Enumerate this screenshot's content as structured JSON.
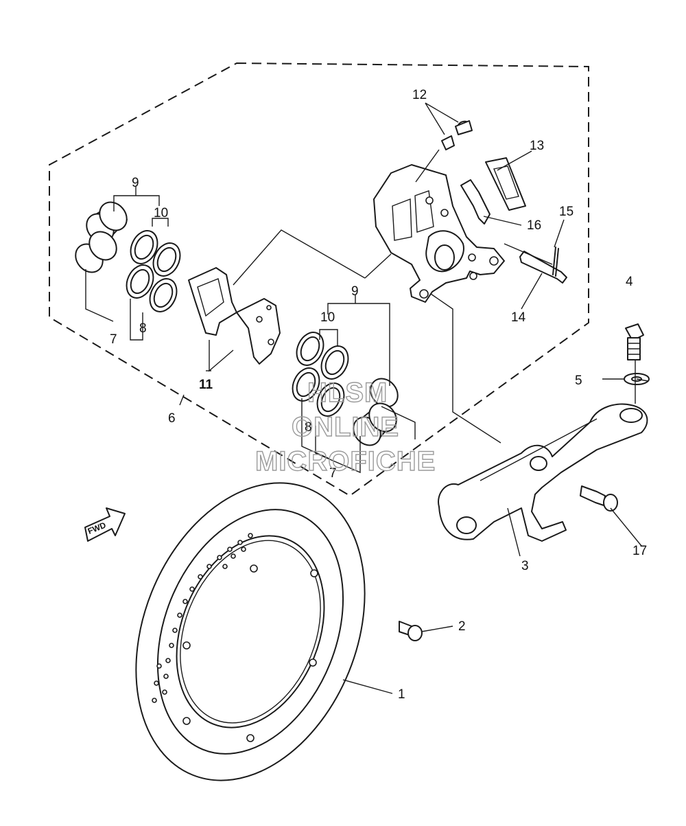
{
  "callouts": {
    "c1": "1",
    "c2": "2",
    "c3": "3",
    "c4": "4",
    "c5": "5",
    "c6": "6",
    "c7a": "7",
    "c7b": "7",
    "c8a": "8",
    "c8b": "8",
    "c9a": "9",
    "c9b": "9",
    "c10a": "10",
    "c10b": "10",
    "c11": "11",
    "c12": "12",
    "c13": "13",
    "c14": "14",
    "c15": "15",
    "c16": "16",
    "c17": "17"
  },
  "fwd_arrow": {
    "label": "FWD",
    "icon": "forward-arrow-icon"
  },
  "watermark": {
    "line1": "HLSM",
    "line2": "ONLINE",
    "line3": "MICROFICHE",
    "color": "#9a9a9a"
  },
  "colors": {
    "line": "#1a1a1a",
    "background": "#ffffff"
  }
}
